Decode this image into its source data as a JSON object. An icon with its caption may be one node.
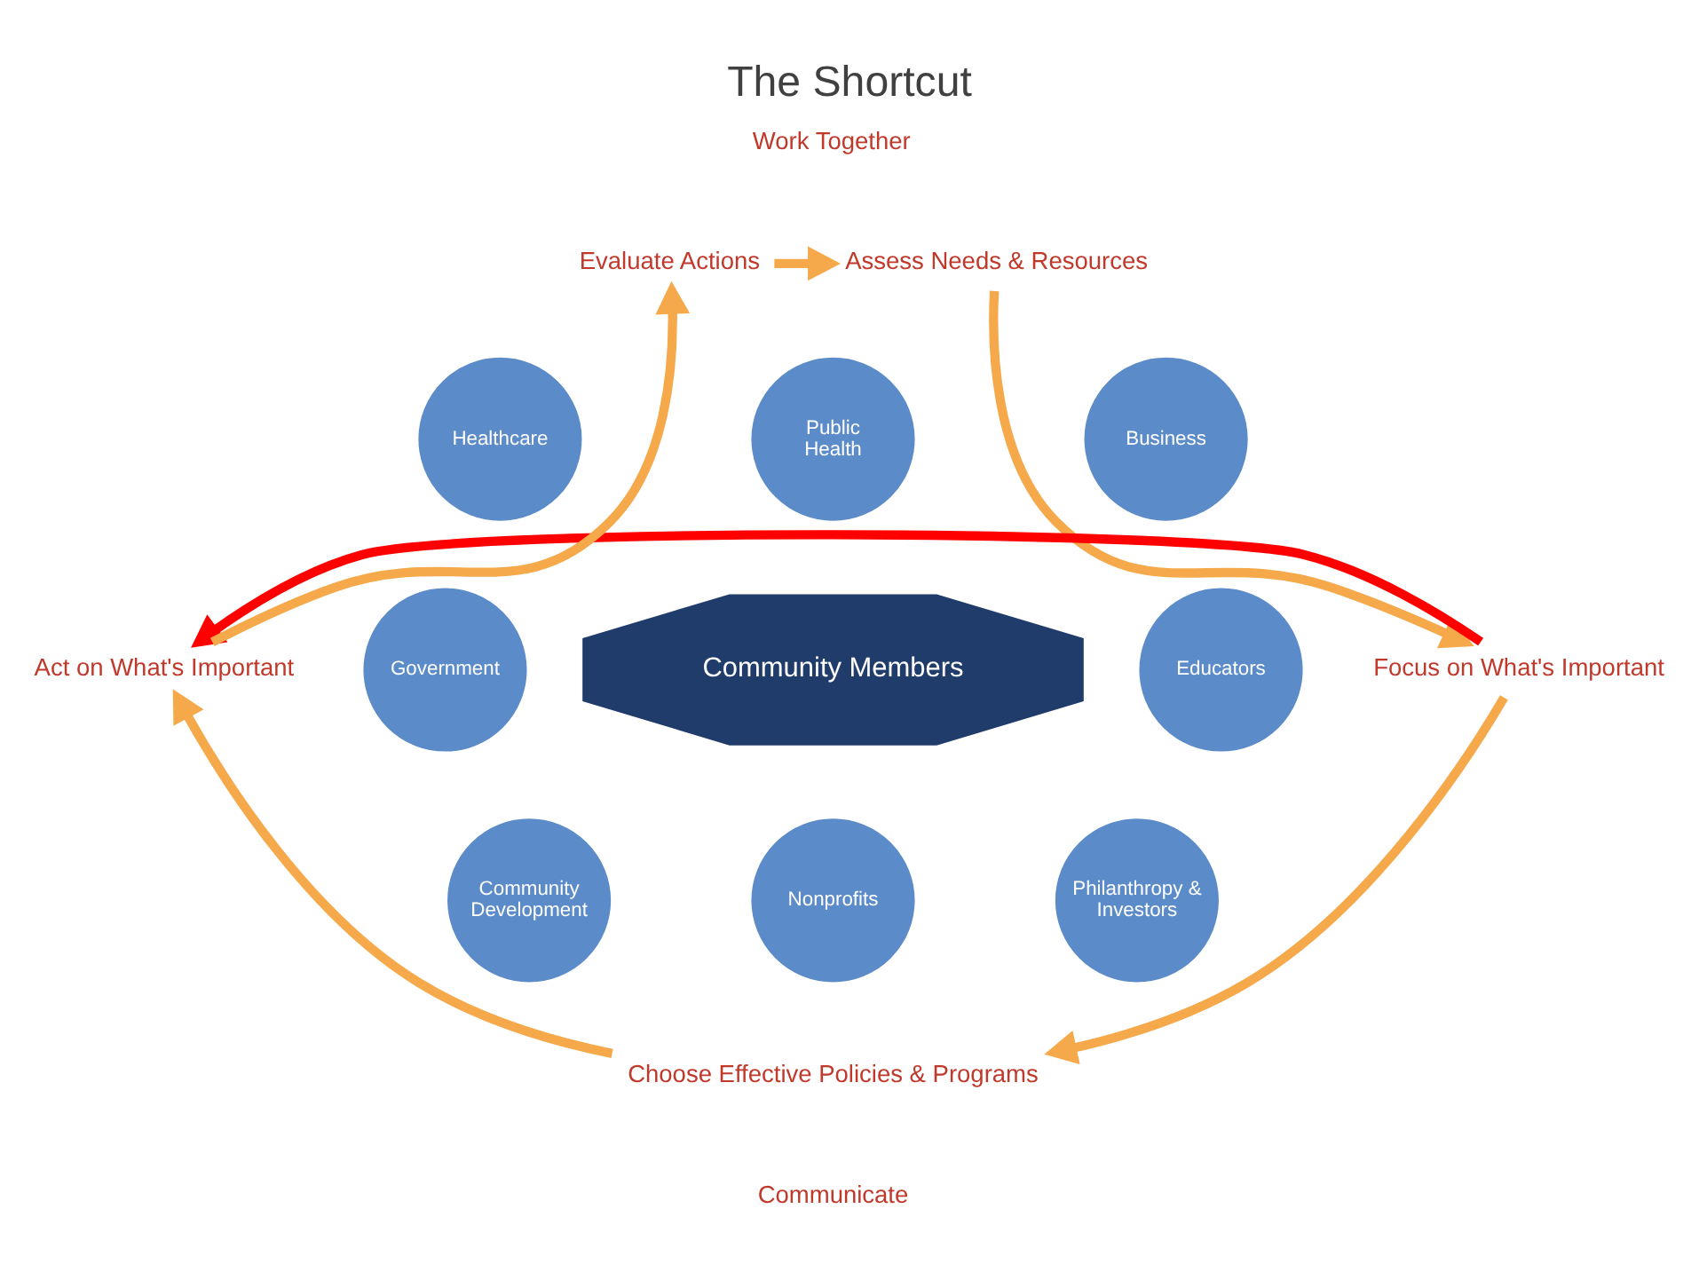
{
  "diagram": {
    "title": "The Shortcut",
    "nodes": [
      {
        "text": [
          "Evaluate Actions"
        ]
      },
      {
        "text": [
          "Assess Needs & Resources"
        ]
      },
      {
        "text": [
          "Focus on What's Important"
        ]
      },
      {
        "text": [
          "Choose Effective Policies & Programs"
        ]
      },
      {
        "text": [
          "Act on What's Important"
        ]
      },
      {
        "text": [
          "Community Members"
        ]
      },
      {
        "text": [
          "Public Health"
        ]
      },
      {
        "text": [
          "Business"
        ]
      },
      {
        "text": [
          "Educators"
        ]
      },
      {
        "text": [
          "Philanthropy & Investors"
        ]
      },
      {
        "text": [
          "Nonprofits"
        ]
      },
      {
        "text": [
          "Community Development"
        ]
      },
      {
        "text": [
          "Government"
        ]
      },
      {
        "text": [
          "Healthcare"
        ]
      }
    ],
    "edges": [
      {
        "from": 0,
        "to": 1,
        "arrow": "to"
      },
      {
        "from": 1,
        "to": 2,
        "arrow": "to"
      },
      {
        "from": 2,
        "to": 3,
        "arrow": "to"
      },
      {
        "from": 3,
        "to": 4,
        "arrow": "to"
      },
      {
        "from": 4,
        "to": 0,
        "arrow": "to"
      },
      {
        "from": 2,
        "to": 4,
        "arrow": "to",
        "color": "#ff0000"
      }
    ],
    "labels": [
      "Work Together",
      "Communicate"
    ]
  }
}
